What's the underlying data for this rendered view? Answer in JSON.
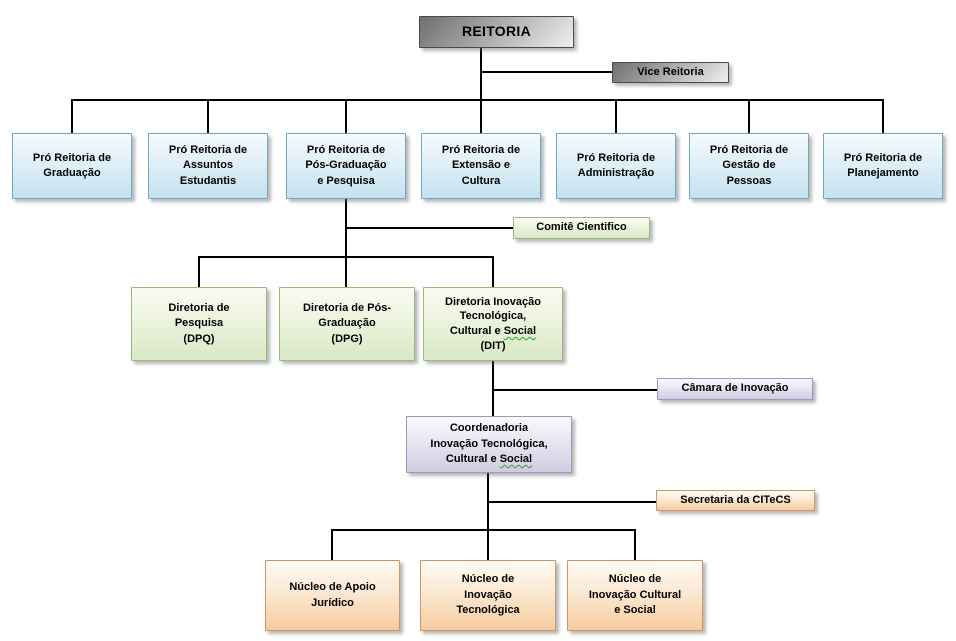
{
  "org": {
    "root": {
      "label": "REITORIA"
    },
    "vice": {
      "label": "Vice Reitoria"
    },
    "pro_reitorias": [
      {
        "lines": [
          "Pró Reitoria de",
          "Graduação"
        ]
      },
      {
        "lines": [
          "Pró Reitoria de",
          "Assuntos",
          "Estudantis"
        ]
      },
      {
        "lines": [
          "Pró Reitoria de",
          "Pós-Graduação",
          "e Pesquisa"
        ]
      },
      {
        "lines": [
          "Pró Reitoria de",
          "Extensão e",
          "Cultura"
        ]
      },
      {
        "lines": [
          "Pró Reitoria de",
          "Administração"
        ]
      },
      {
        "lines": [
          "Pró Reitoria de",
          "Gestão de",
          "Pessoas"
        ]
      },
      {
        "lines": [
          "Pró Reitoria de",
          "Planejamento"
        ]
      }
    ],
    "comite": {
      "label": "Comitê Cientifico"
    },
    "diretorias": [
      {
        "lines": [
          "Diretoria de",
          "Pesquisa",
          "(DPQ)"
        ]
      },
      {
        "lines": [
          "Diretoria de Pós-",
          "Graduação",
          "(DPG)"
        ]
      },
      {
        "lines": [
          "Diretoria Inovação",
          "Tecnológica,",
          "Cultural e"
        ],
        "wavy": "Social",
        "tail": [
          "",
          "(DIT)"
        ]
      }
    ],
    "camara": {
      "label": "Câmara de Inovação"
    },
    "coordenadoria": {
      "lines": [
        "Coordenadoria",
        "Inovação Tecnológica,",
        "Cultural e"
      ],
      "wavy": "Social"
    },
    "secretaria": {
      "label": "Secretaria da CITeCS"
    },
    "nucleos": [
      {
        "lines": [
          "Núcleo de Apoio",
          "Jurídico"
        ]
      },
      {
        "lines": [
          "Núcleo de",
          "Inovação",
          "Tecnológica"
        ]
      },
      {
        "lines": [
          "Núcleo de",
          "Inovação Cultural",
          "e Social"
        ]
      }
    ],
    "palette": {
      "line": "#000000",
      "gray_box_dark": "#6e6e6e",
      "gray_box_light": "#efefef",
      "blue_top": "#f6fbfd",
      "blue_bottom": "#c3e2ef",
      "blue_border": "#6fa8c0",
      "green_top": "#fafcf4",
      "green_bottom": "#d9e8c5",
      "green_border": "#9cb87e",
      "purple_top": "#faf9fc",
      "purple_bottom": "#d2cbe2",
      "purple_border": "#9e96bb",
      "orange_top": "#fefaf4",
      "orange_bottom": "#f7cb9e",
      "orange_border": "#cc9766",
      "wavy_underline": "#33a02c"
    }
  }
}
